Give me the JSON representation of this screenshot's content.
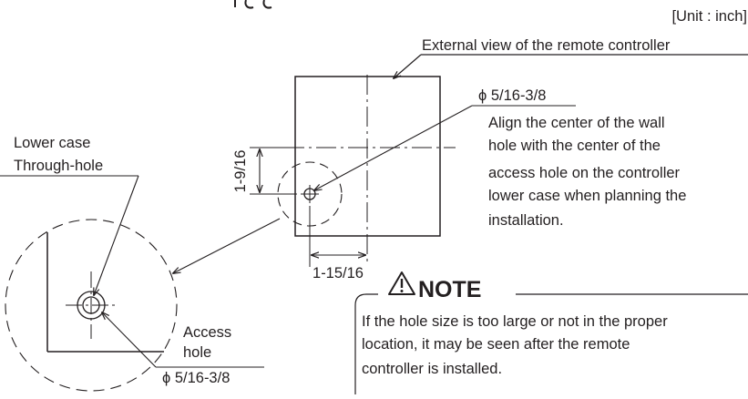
{
  "unit_label": "[Unit : inch]",
  "remote_view_label": "External view of the remote controller",
  "hole_diameter_top": "ϕ 5/16-3/8",
  "instruction_lines": [
    "Align the center of the wall",
    "hole with the center of the",
    "access hole on the controller",
    "lower case when planning the",
    "installation."
  ],
  "lower_case_label": [
    "Lower case",
    "Through-hole"
  ],
  "dim_vertical": "1-9/16",
  "dim_horizontal": "1-15/16",
  "access_hole_label": [
    "Access",
    "hole"
  ],
  "hole_diameter_bottom": "ϕ 5/16-3/8",
  "note": {
    "icon": "warning-triangle-icon",
    "title": "NOTE",
    "lines": [
      "If the hole size is too large or not in the proper",
      "location, it may be seen after the remote",
      "controller is installed."
    ]
  }
}
